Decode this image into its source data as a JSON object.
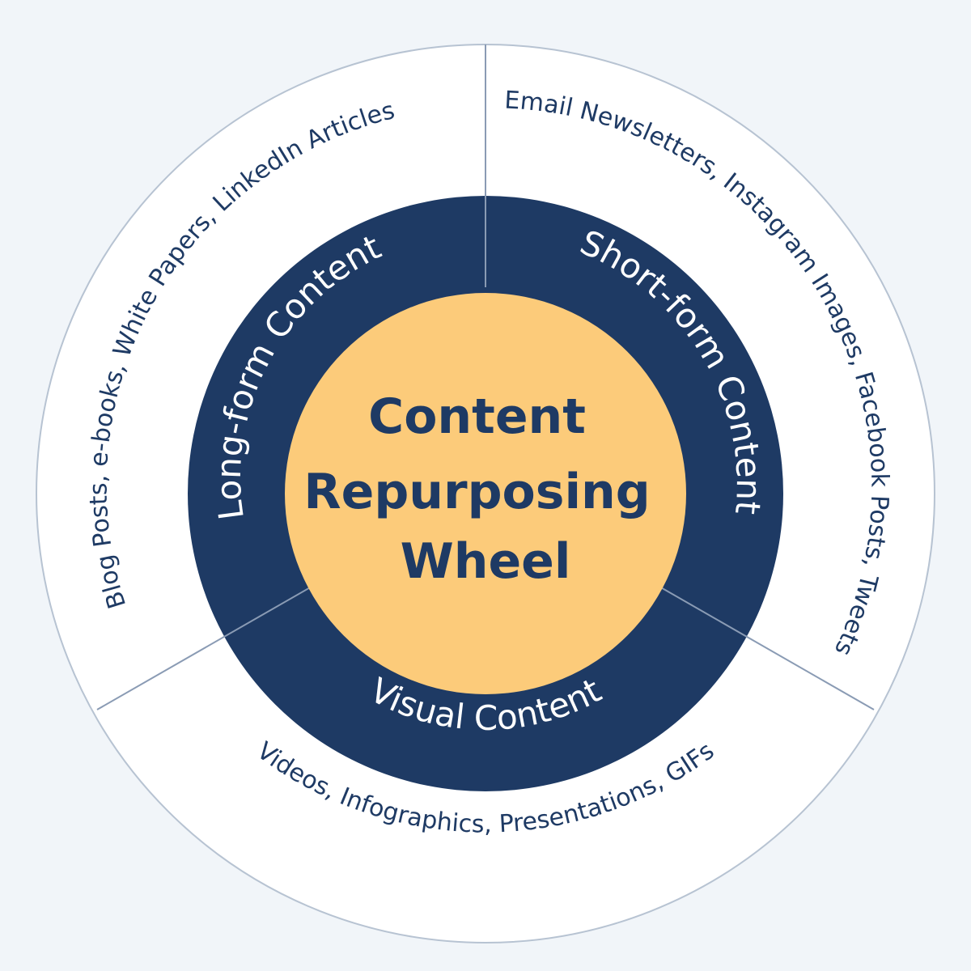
{
  "center": {
    "lines": [
      "Content",
      "Repurposing",
      "Wheel"
    ]
  },
  "segments": [
    {
      "label": "Long-form Content",
      "examples": "Blog Posts, e-books, White Papers, LinkedIn Articles"
    },
    {
      "label": "Short-form Content",
      "examples": "Email Newsletters, Instagram Images, Facebook Posts, Tweets"
    },
    {
      "label": "Visual Content",
      "examples": "Videos, Infographics, Presentations, GIFs"
    }
  ],
  "colors": {
    "background": "#f1f5f9",
    "outer_ring": "#ffffff",
    "inner_ring": "#1e3a64",
    "center": "#fccb7a",
    "divider": "#8a9bb4",
    "text_dark": "#1e3a64",
    "text_light": "#ffffff"
  }
}
